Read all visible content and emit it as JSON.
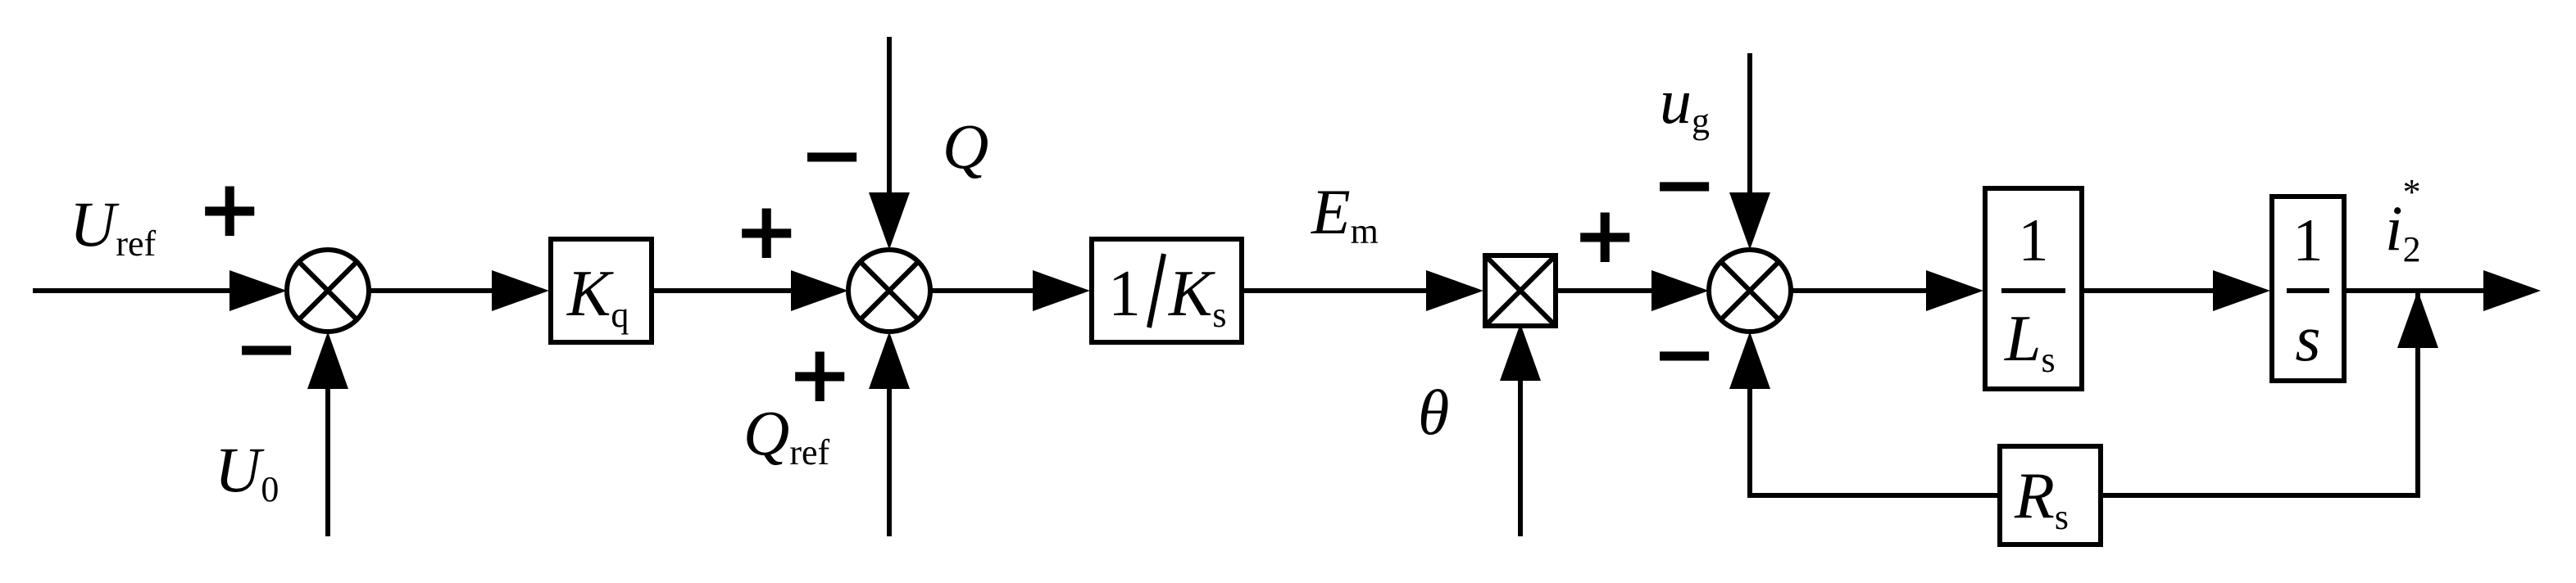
{
  "inputs": {
    "u_ref": {
      "main": "U",
      "sub": "ref"
    },
    "u0": {
      "main": "U",
      "sub": "0"
    },
    "q": {
      "main": "Q",
      "sub": ""
    },
    "q_ref": {
      "main": "Q",
      "sub": "ref"
    },
    "e_m": {
      "main": "E",
      "sub": "m"
    },
    "theta": {
      "main": "θ",
      "sub": ""
    },
    "u_g": {
      "main": "u",
      "sub": "g"
    },
    "i2": {
      "main": "i",
      "sub": "2",
      "sup": "*"
    }
  },
  "signs": {
    "sum1_top": "+",
    "sum1_bottom": "−",
    "sum2_left": "+",
    "sum2_top": "−",
    "sum2_bottom": "+",
    "mult_left": "+",
    "sum3_top": "−",
    "sum3_bottom": "−"
  },
  "blocks": {
    "kq": {
      "main": "K",
      "sub": "q"
    },
    "inv_ks": {
      "prefix": "1/",
      "main": "K",
      "sub": "s"
    },
    "inv_ls": {
      "num": "1",
      "den_main": "L",
      "den_sub": "s"
    },
    "integrator": {
      "num": "1",
      "den": "s"
    },
    "rs": {
      "main": "R",
      "sub": "s"
    }
  }
}
